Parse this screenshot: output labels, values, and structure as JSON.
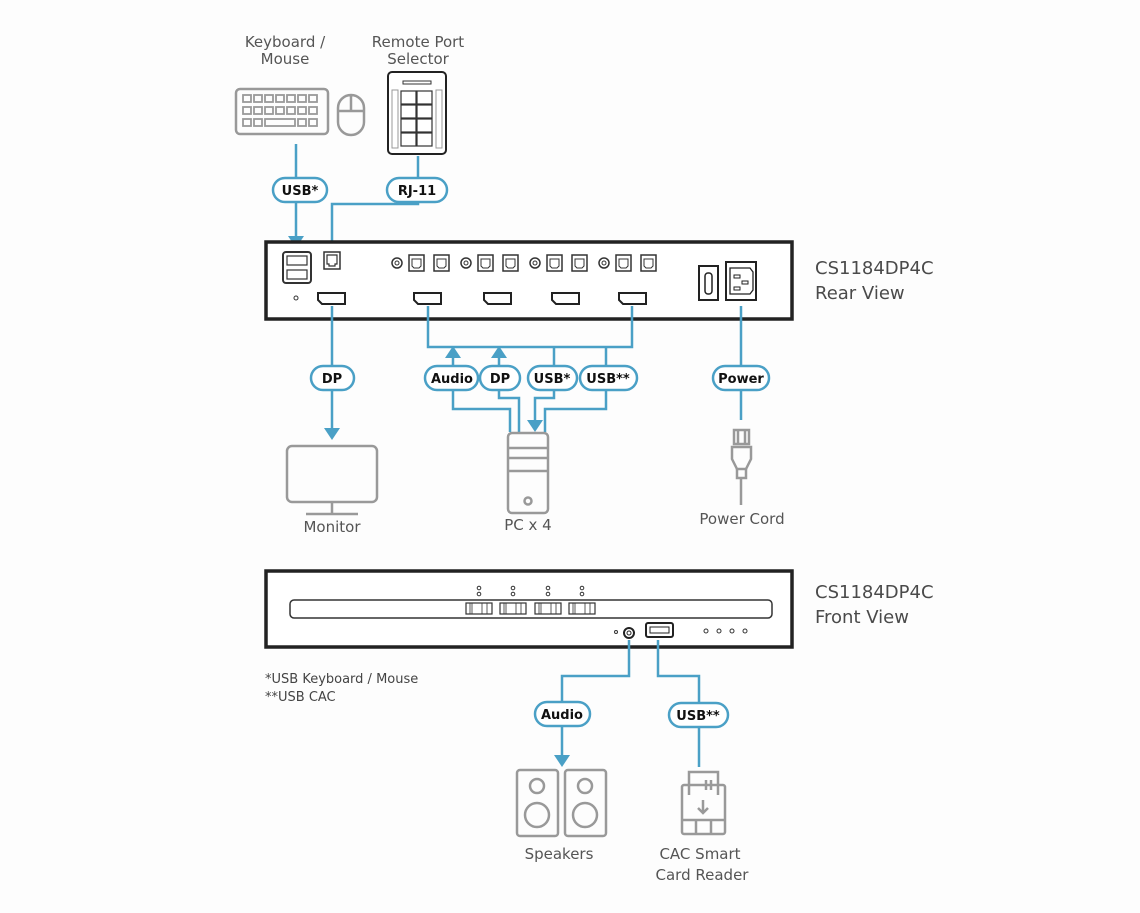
{
  "colors": {
    "wire": "#4aa0c6",
    "device_outline": "#999999",
    "chassis_outline": "#222222",
    "text": "#555555"
  },
  "devices": {
    "keyboard_mouse": {
      "label_line1": "Keyboard /",
      "label_line2": "Mouse",
      "icon": "keyboard-mouse-icon"
    },
    "remote_port_selector": {
      "label_line1": "Remote Port",
      "label_line2": "Selector",
      "icon": "remote-port-selector-icon"
    },
    "monitor": {
      "label": "Monitor",
      "icon": "monitor-icon"
    },
    "pc": {
      "label": "PC x 4",
      "icon": "pc-tower-icon"
    },
    "power_cord": {
      "label": "Power Cord",
      "icon": "power-plug-icon"
    },
    "speakers": {
      "label": "Speakers",
      "icon": "speakers-icon"
    },
    "cac_reader": {
      "label_line1": "CAC Smart",
      "label_line2": "Card Reader",
      "icon": "smart-card-reader-icon"
    }
  },
  "rear_view": {
    "model": "CS1184DP4C",
    "view": "Rear View"
  },
  "front_view": {
    "model": "CS1184DP4C",
    "view": "Front View"
  },
  "connections": {
    "kb_usb": "USB*",
    "rps_rj11": "RJ-11",
    "monitor_dp": "DP",
    "pc_audio": "Audio",
    "pc_dp": "DP",
    "pc_usb": "USB*",
    "pc_usb_cac": "USB**",
    "power": "Power",
    "speakers_audio": "Audio",
    "cac_usb": "USB**"
  },
  "notes": {
    "line1": "*USB Keyboard / Mouse",
    "line2": "**USB CAC"
  }
}
